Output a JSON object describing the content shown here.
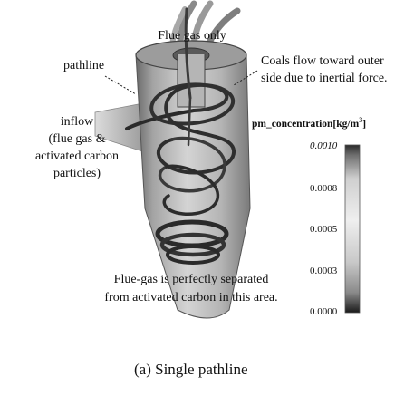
{
  "labels": {
    "top": "Flue gas only",
    "pathline": "pathline",
    "coals": [
      "Coals flow toward outer",
      "side due to inertial force."
    ],
    "inflow": [
      "inflow",
      "(flue gas &",
      "activated carbon",
      "particles)"
    ],
    "separated": [
      "Flue-gas is perfectly separated",
      "from activated carbon in this area."
    ],
    "caption": "(a)  Single pathline"
  },
  "colorbar": {
    "title_main": "pm_concentration[kg/m",
    "title_sup": "3",
    "title_end": "]",
    "ticks": [
      "0.0010",
      "0.0008",
      "0.0005",
      "0.0003",
      "0.0000"
    ],
    "top_color": "#2a2a2a",
    "bottom_color": "#1a1a1a"
  }
}
